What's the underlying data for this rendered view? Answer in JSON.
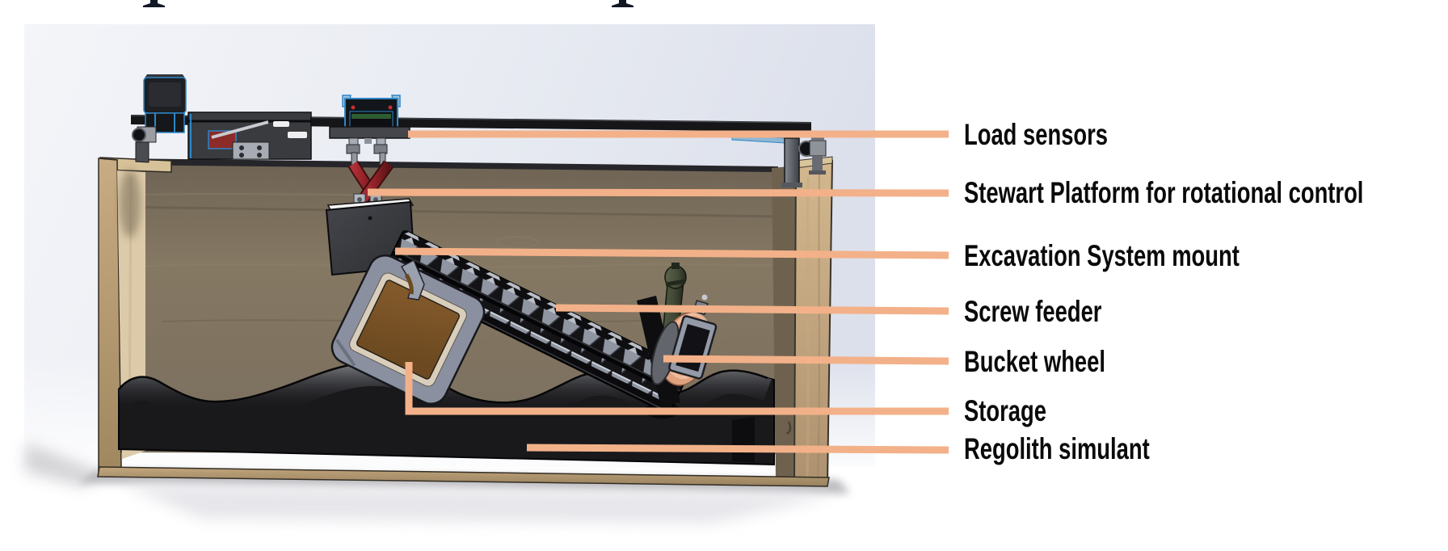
{
  "figure_title_fragments": {
    "count": 2,
    "note": "bottoms of two cropped title letters visible at the very top edge"
  },
  "callouts": [
    {
      "id": "load-sensors",
      "label": "Load sensors"
    },
    {
      "id": "stewart-platform",
      "label": "Stewart Platform for rotational control"
    },
    {
      "id": "excavation-mount",
      "label": "Excavation System mount"
    },
    {
      "id": "screw-feeder",
      "label": "Screw feeder"
    },
    {
      "id": "bucket-wheel",
      "label": "Bucket wheel"
    },
    {
      "id": "storage",
      "label": "Storage"
    },
    {
      "id": "regolith-simulant",
      "label": "Regolith simulant"
    }
  ],
  "style": {
    "leader_line_color": "#F3B189",
    "label_color": "#0A0A0C",
    "backdrop_gradient": [
      "#F3F4F8",
      "#DEE2EC"
    ],
    "wood_outer_light": "#CDB087",
    "wood_back_wall": "#7C7060",
    "regolith_black": "#1B1B1E",
    "accent_blue": "#2E86C8",
    "stewart_leg_red": "#96242B",
    "bucket_wheel_salmon": "#E0A17F",
    "storage_panel_brown": "#7A5426",
    "machine_dark_gray": "#2F3035"
  }
}
